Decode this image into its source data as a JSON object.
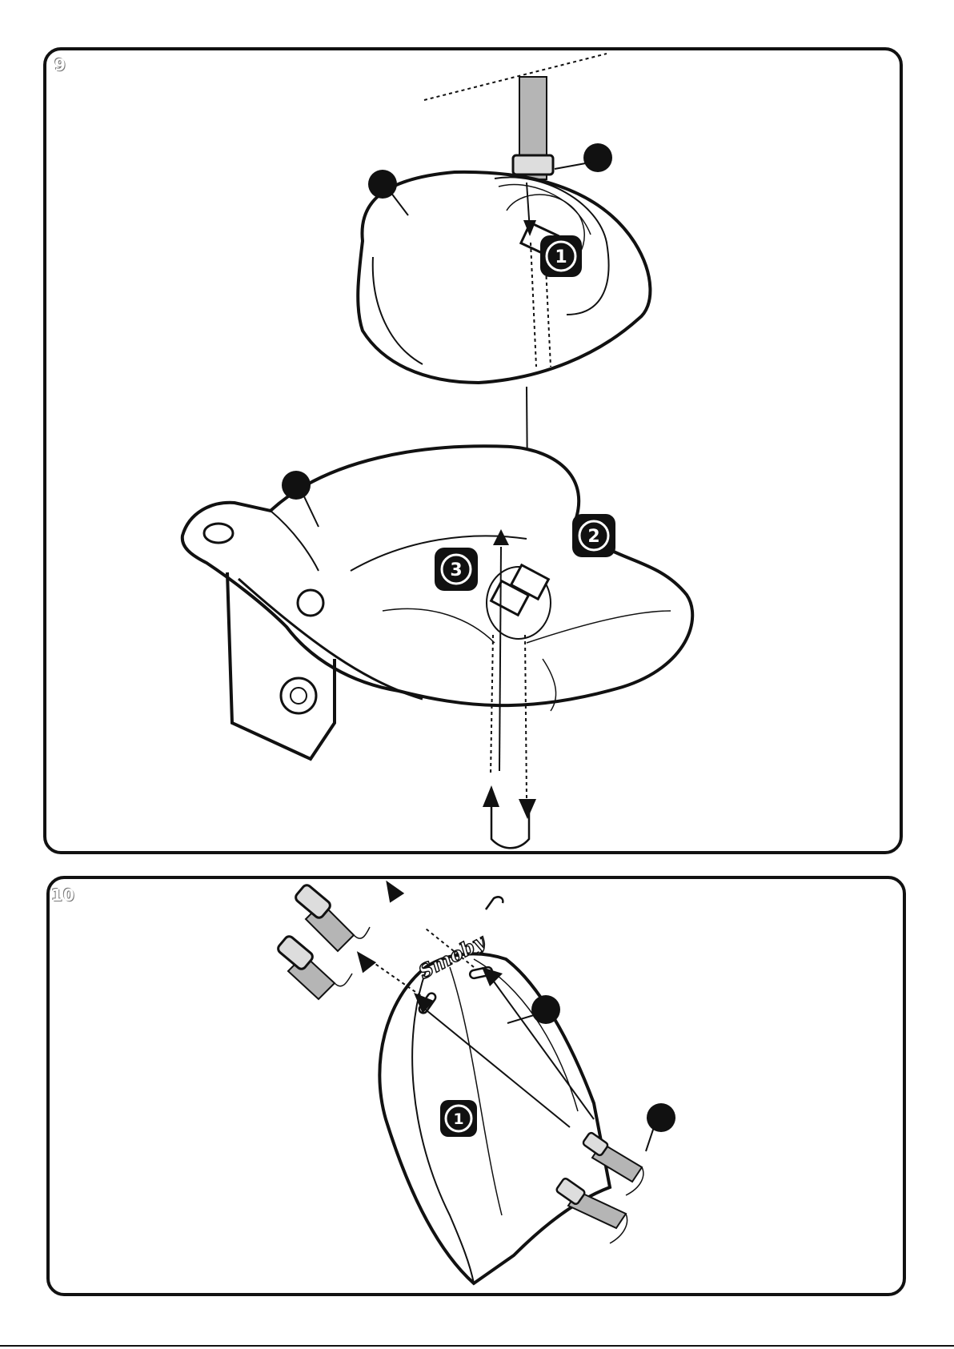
{
  "steps": [
    {
      "number": "9",
      "badges": [
        "1",
        "2",
        "3"
      ]
    },
    {
      "number": "10",
      "badges": [
        "1"
      ],
      "logo": "Smoby"
    }
  ],
  "colors": {
    "ink": "#111111",
    "strap": "#b5b5b5",
    "paper": "#ffffff"
  }
}
